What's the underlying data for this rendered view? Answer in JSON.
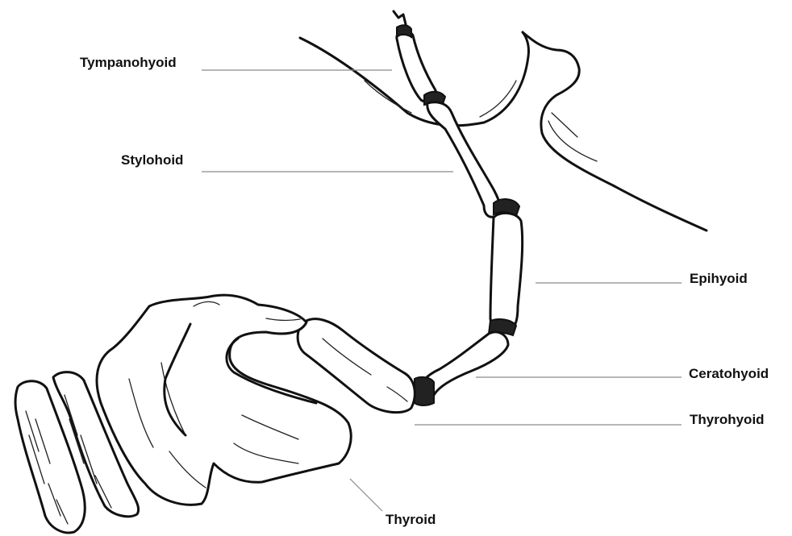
{
  "labels": {
    "tympanohyoid": "Tympanohyoid",
    "stylohoid": "Stylohoid",
    "epihyoid": "Epihyoid",
    "ceratohyoid": "Ceratohyoid",
    "thyrohyoid": "Thyrohyoid",
    "thyroid": "Thyroid"
  },
  "colors": {
    "ink": "#111111",
    "leader": "#8a8a8a",
    "background": "#ffffff"
  }
}
